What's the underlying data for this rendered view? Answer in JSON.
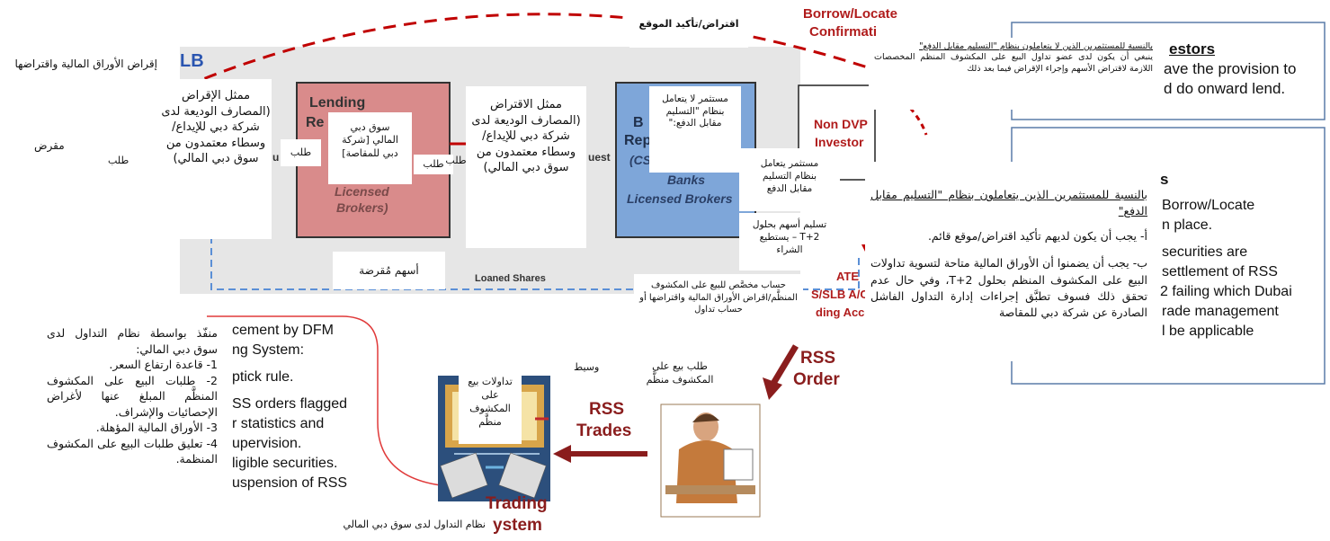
{
  "lenders": {
    "ar_title": "إقراض الأوراق المالية واقتراضها",
    "ar_lender": "مقرض",
    "ar_request_left": "طلب",
    "slb_label": "LB",
    "lending_rep_en_top": "Lending",
    "lending_rep_en_mid": "Re",
    "lending_rep_en_bottom_1": "Licensed",
    "lending_rep_en_bottom_2": "Brokers)",
    "ar_lending_rep": "ممثل الإقراض (المصارف الوديعة لدى شركة دبي للإيداع/وسطاء معتمدون من سوق دبي المالي)",
    "ar_request_1": "طلب",
    "ar_dfm_clearing": "سوق دبي المالي [شركة دبي للمقاصة]",
    "ar_request_2": "طلب",
    "ar_request_3": "طلب",
    "ar_borrowing_rep": "ممثل الاقتراض (المصارف الوديعة لدى شركة دبي للإيداع/وسطاء معتمدون من سوق دبي المالي)",
    "borrowing_rep_en_b": "B",
    "borrowing_rep_en_rep": "Rep",
    "borrowing_rep_en_cs": "(CS",
    "borrowing_rep_en_banks": "Banks",
    "borrowing_rep_en_licensed": "Licensed Brokers",
    "request_en": "uest",
    "request_en_left": "u"
  },
  "top": {
    "ar_borrow_confirm": "اقتراض/تأكيد الموقع",
    "borrow_locate_en_1": "Borrow/Locate",
    "borrow_locate_en_2": "Confirmati"
  },
  "middle": {
    "ar_non_dvp_investor": "مستثمر لا يتعامل بنظام \"التسليم مقابل الدفع:\"",
    "ar_dvp_investor": "مستثمر يتعامل بنظام التسليم مقابل الدفع",
    "ar_deliver_shares": "تسليم أسهم بحلول T+2 – يستطيع الشراء",
    "non_dvp_en_1": "Non DVP",
    "non_dvp_en_2": "Investor",
    "ar_loaned_shares": "أسهم مُقرضة",
    "loaned_shares_en": "Loaned Shares",
    "ar_rss_account": "حساب مخصَّص للبيع على المكشوف المنظَّم/اقراض الأوراق المالية واقتراضها أو حساب تداول",
    "account_en_1": "ATE",
    "account_en_2": "S/SLB A/C",
    "account_en_3": "ding Acco"
  },
  "right_top": {
    "ar_heading": "بالنسبة للمستثمرين الذين لا يتعاملون بنظام \"التسليم مقابل الدفع\"",
    "ar_body": "ينبغي أن يكون لدى عضو تداول البيع على المكشوف المنظم المخصصات اللازمة لاقتراض الأسهم وإجراء الإقراض فيما بعد ذلك",
    "en_heading": "estors",
    "en_line1": "ave the provision to",
    "en_line2": "d do onward lend."
  },
  "right_bottom": {
    "ar_heading": "بالنسبة للمستثمرين الذين يتعاملون بنظام \"التسليم مقابل الدفع\"",
    "ar_a": "أ- يجب أن يكون لديهم تأكيد اقتراض/موقع قائم.",
    "ar_b": "ب- يجب أن يضمنوا أن الأوراق المالية متاحة لتسوية تداولات البيع على المكشوف المنظم بحلول T+2، وفي حال عدم تحقق ذلك فسوف تطبَّق إجراءات إدارة التداول الفاشل الصادرة عن شركة دبي للمقاصة",
    "en_s": "s",
    "en_1": "Borrow/Locate",
    "en_2": "n place.",
    "en_3": "securities are",
    "en_4": "settlement of RSS",
    "en_5": "2 failing which Dubai",
    "en_6": "rade management",
    "en_7": "l be applicable"
  },
  "bottom": {
    "ar_enforcement": "منفّذ بواسطة نظام التداول لدى سوق دبي المالي:",
    "ar_rules": [
      "1- قاعدة ارتفاع السعر.",
      "2- طلبات البيع على المكشوف المنظَّم المبلغ عنها لأغراض الإحصائيات والإشراف.",
      "3- الأوراق المالية المؤهلة.",
      "4- تعليق طلبات البيع على المكشوف المنظمة."
    ],
    "en_lines": [
      "cement by DFM",
      "ng System:",
      "ptick rule.",
      "SS orders flagged",
      "r statistics and",
      "upervision.",
      "ligible securities.",
      "uspension of RSS"
    ],
    "ar_rss_trades": "تداولات بيع على المكشوف منظَّم",
    "ar_broker": "وسيط",
    "ar_rss_order": "طلب بيع على المكشوف منظَّم",
    "rss_order_en_1": "RSS",
    "rss_order_en_2": "Order",
    "rss_trades_en_1": "RSS",
    "rss_trades_en_2": "Trades",
    "trading_en_1": "Trading",
    "trading_en_2": "ystem",
    "ar_trading_system": "نظام التداول لدى سوق دبي المالي"
  },
  "colors": {
    "lending_box": "#d98b8b",
    "borrowing_box": "#7ea6d9",
    "arrow_red": "#c00000",
    "grey_panel": "#e6e6e6",
    "dashed_blue": "#5b8fd6"
  }
}
